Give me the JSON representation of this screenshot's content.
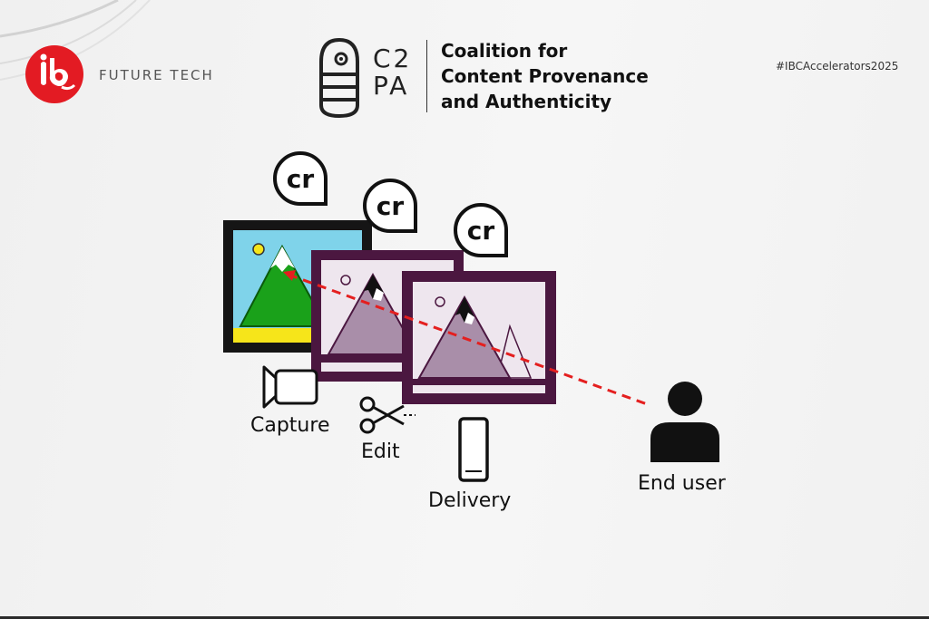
{
  "branding": {
    "event_label": "FUTURE TECH",
    "org_mark_line1": "C2",
    "org_mark_line2": "PA",
    "org_name_lines": [
      "Coalition for",
      "Content Provenance",
      "and Authenticity"
    ],
    "hashtag": "#IBCAccelerators2025"
  },
  "badges": [
    "cr",
    "cr",
    "cr"
  ],
  "steps": [
    {
      "label": "Capture",
      "icon": "video-camera-icon"
    },
    {
      "label": "Edit",
      "icon": "scissors-icon"
    },
    {
      "label": "Delivery",
      "icon": "smartphone-icon"
    },
    {
      "label": "End user",
      "icon": "user-icon"
    }
  ],
  "colors": {
    "ibc_red": "#e31b23",
    "frame_black": "#151515",
    "frame_purple": "#4b1740",
    "sky_blue": "#7fd3ea",
    "mountain_green": "#1aa11a",
    "mountain_mauve": "#a98ea9",
    "ground_yellow": "#f6e51a",
    "provenance_line": "#e41f1f"
  }
}
